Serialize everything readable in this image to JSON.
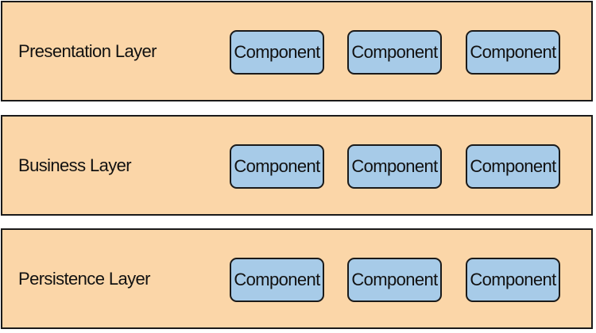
{
  "layers": [
    {
      "label": "Presentation Layer",
      "components": [
        "Component",
        "Component",
        "Component"
      ]
    },
    {
      "label": "Business Layer",
      "components": [
        "Component",
        "Component",
        "Component"
      ]
    },
    {
      "label": "Persistence Layer",
      "components": [
        "Component",
        "Component",
        "Component"
      ]
    }
  ],
  "colors": {
    "layer_fill": "#fbd6a8",
    "component_fill": "#a7cbe8",
    "stroke": "#1a1a1a"
  }
}
